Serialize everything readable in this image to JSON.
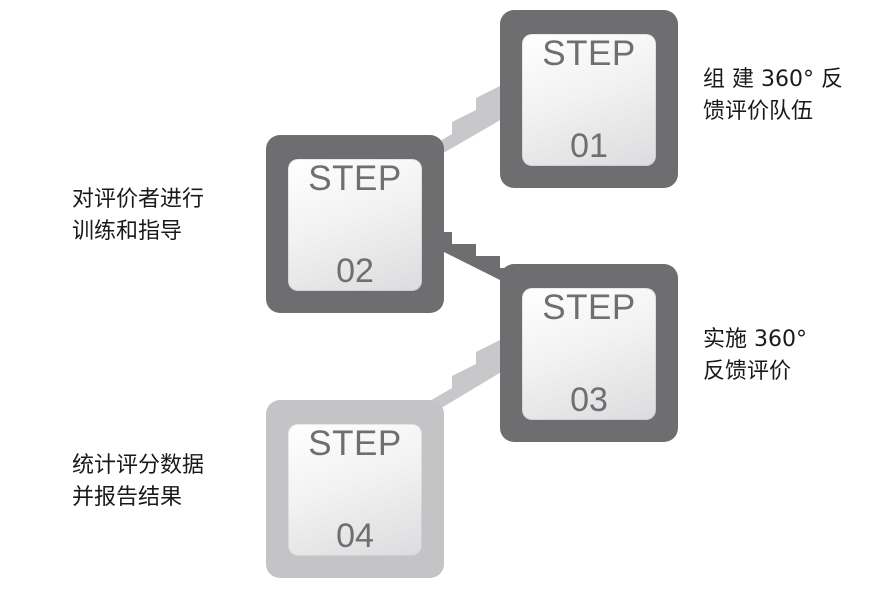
{
  "colors": {
    "dark_box": "#6e6e70",
    "light_box": "#c4c4c6",
    "stair_light": "#c8c8ca",
    "stair_dark": "#6e6e70",
    "text": "#1a1a1a",
    "step_text": "#6f6f71"
  },
  "steps": [
    {
      "word": "STEP",
      "number": "01",
      "desc_lines": [
        "组 建 360° 反",
        "馈评价队伍"
      ]
    },
    {
      "word": "STEP",
      "number": "02",
      "desc_lines": [
        "对评价者进行",
        "训练和指导"
      ]
    },
    {
      "word": "STEP",
      "number": "03",
      "desc_lines": [
        "实施 360°",
        "反馈评价"
      ]
    },
    {
      "word": "STEP",
      "number": "04",
      "desc_lines": [
        "统计评分数据",
        "并报告结果"
      ]
    }
  ]
}
